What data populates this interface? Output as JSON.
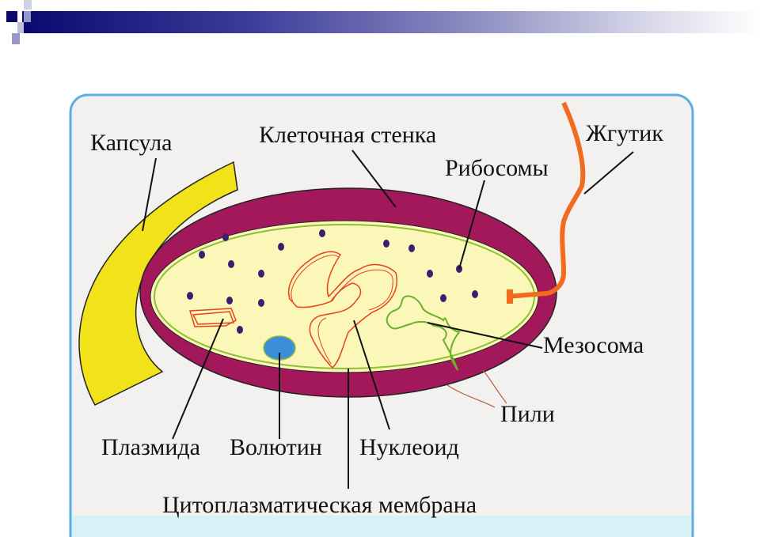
{
  "diagram": {
    "labels": {
      "capsule": "Капсула",
      "cell_wall": "Клеточная стенка",
      "flagellum": "Жгутик",
      "ribosomes": "Рибосомы",
      "mesosome": "Мезосома",
      "pili": "Пили",
      "plasmid": "Плазмида",
      "volutin": "Волютин",
      "nucleoid": "Нуклеоид",
      "membrane": "Цитоплазматическая мембрана"
    },
    "colors": {
      "capsule": "#f2e21a",
      "cell_wall": "#a3185a",
      "cytoplasm": "#fbf7b8",
      "membrane": "#8fbf3a",
      "flagellum": "#f26a1e",
      "ribosome": "#3a1f6e",
      "dna": "#e8401c",
      "volutin": "#3a8fd8",
      "mesosome": "#6ab02a",
      "pili": "#b0603a",
      "panel_border": "#5aaee0"
    }
  }
}
